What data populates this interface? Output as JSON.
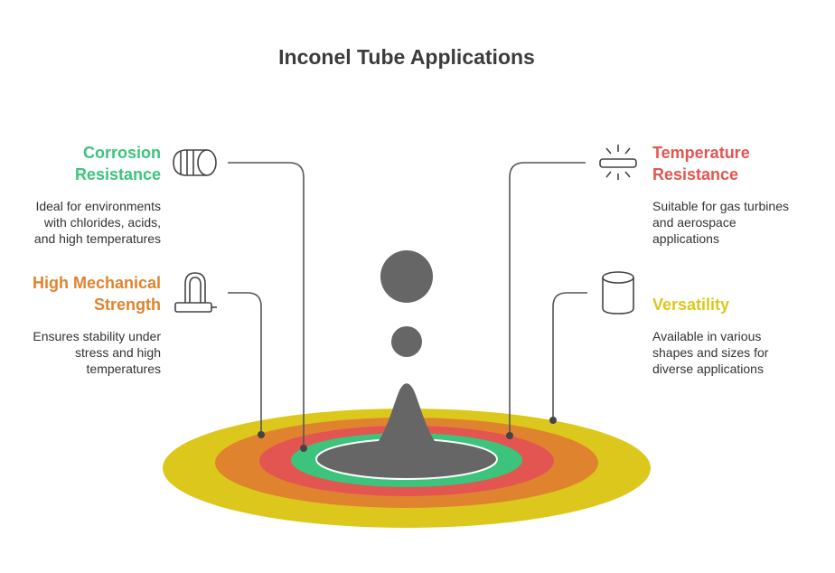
{
  "title": "Inconel Tube Applications",
  "colors": {
    "corrosion": "#3cc47c",
    "temperature": "#e35550",
    "mechanical": "#e0832e",
    "versatility": "#dcc81c",
    "center": "#666666",
    "line": "#555555"
  },
  "items": [
    {
      "key": "corrosion",
      "heading": [
        "Corrosion",
        "Resistance"
      ],
      "description": [
        "Ideal for environments",
        "with chlorides, acids,",
        "and high temperatures"
      ],
      "icon": "pipe-fitting-icon"
    },
    {
      "key": "mechanical",
      "heading": [
        "High Mechanical",
        "Strength"
      ],
      "description": [
        "Ensures stability under",
        "stress and high",
        "temperatures"
      ],
      "icon": "u-bolt-icon"
    },
    {
      "key": "temperature",
      "heading": [
        "Temperature",
        "Resistance"
      ],
      "description": [
        "Suitable for gas turbines",
        "and aerospace",
        "applications"
      ],
      "icon": "heated-tube-icon"
    },
    {
      "key": "versatility",
      "heading": [
        "Versatility"
      ],
      "description": [
        "Available in various",
        "shapes and sizes for",
        "diverse applications"
      ],
      "icon": "cylinder-icon"
    }
  ]
}
